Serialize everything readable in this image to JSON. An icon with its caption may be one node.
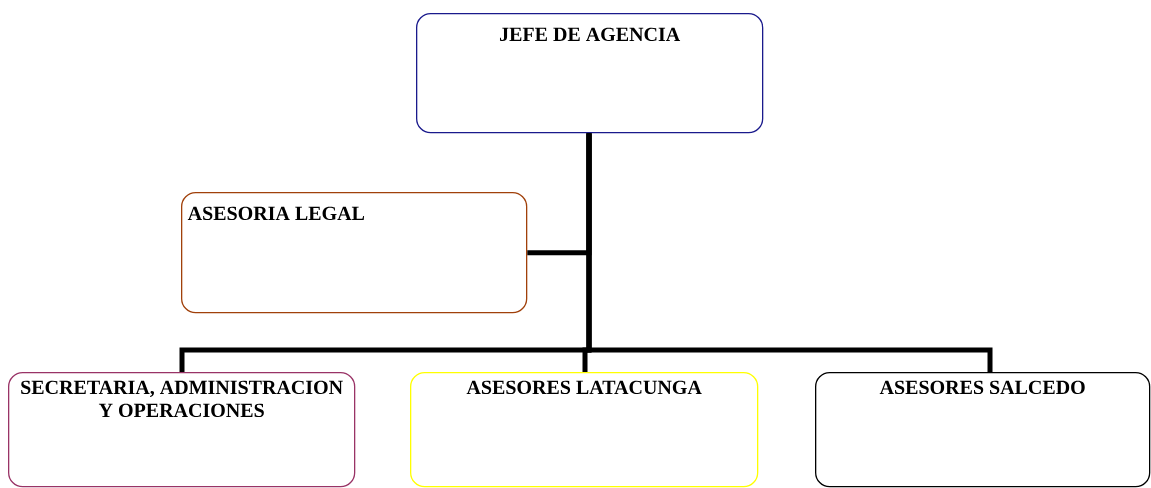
{
  "diagram": {
    "nodes": [
      {
        "text": [
          "JEFE DE AGENCIA"
        ]
      },
      {
        "text": [
          "ASESORIA LEGAL"
        ]
      },
      {
        "text": [
          "SECRETARIA, ADMINISTRACION Y OPERACIONES"
        ]
      },
      {
        "text": [
          "ASESORES LATACUNGA"
        ]
      },
      {
        "text": [
          "ASESORES SALCEDO"
        ]
      }
    ],
    "edges": [
      {
        "from": 0,
        "to": 1,
        "arrow": "none"
      },
      {
        "from": 0,
        "to": 2,
        "arrow": "none"
      },
      {
        "from": 0,
        "to": 3,
        "arrow": "none"
      },
      {
        "from": 0,
        "to": 4,
        "arrow": "none"
      }
    ]
  }
}
